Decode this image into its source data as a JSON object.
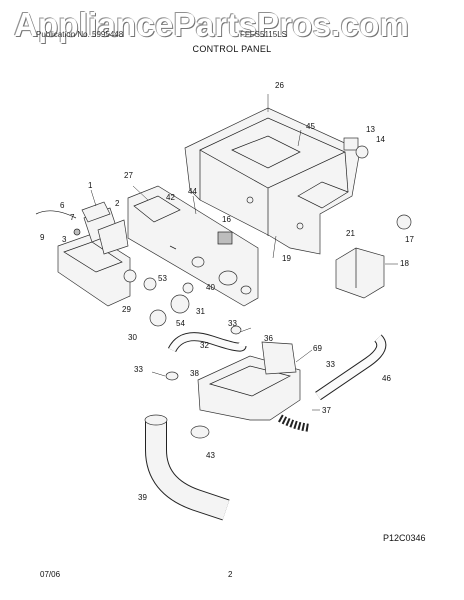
{
  "watermark": "AppliancePartsPros.com",
  "header": {
    "left_text": "Publication No. 5995448",
    "right_text": "FFFS5115LS",
    "title": "CONTROL PANEL"
  },
  "part_labels": [
    "1",
    "2",
    "3",
    "6",
    "7",
    "9",
    "13",
    "14",
    "16",
    "17",
    "18",
    "19",
    "21",
    "26",
    "27",
    "29",
    "30",
    "31",
    "32",
    "33",
    "33",
    "33",
    "36",
    "37",
    "38",
    "39",
    "40",
    "42",
    "43",
    "44",
    "45",
    "46",
    "53",
    "54",
    "69"
  ],
  "figure_code": "P12C0346",
  "footer": {
    "date": "07/06",
    "page": "2"
  }
}
